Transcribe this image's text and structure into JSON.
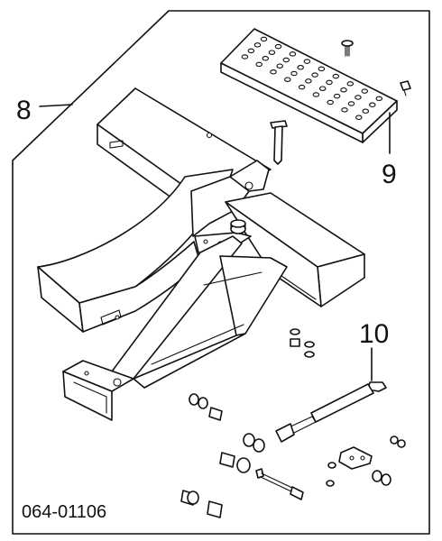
{
  "diagram": {
    "callouts": {
      "part_8": "8",
      "part_9": "9",
      "part_10": "10"
    },
    "drawing_number": "064-01106"
  }
}
